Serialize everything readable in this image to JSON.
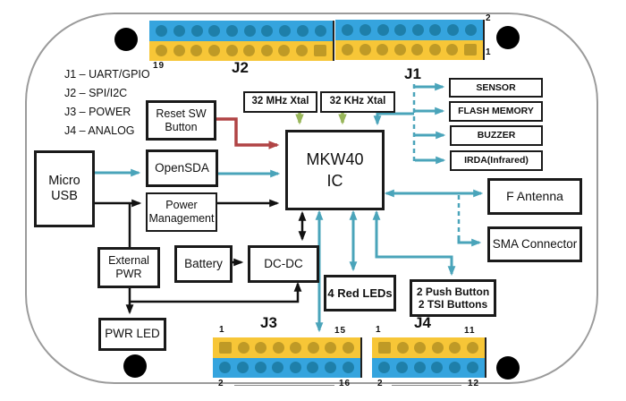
{
  "colors": {
    "teal": "#4aa4ba",
    "red": "#b04445",
    "green": "#98b65a",
    "black": "#111111",
    "header_blue": "#35a4de",
    "header_yellow": "#f7c637",
    "pin_blue": "#1e7fa9",
    "pin_yellow": "#bf9a26"
  },
  "legend": {
    "items": [
      "J1 – UART/GPIO",
      "J2 – SPI/I2C",
      "J3 – POWER",
      "J4 – ANALOG"
    ]
  },
  "headers": {
    "j2": {
      "label": "J2",
      "corner_bl": "19",
      "rows": [
        {
          "color": "blue",
          "count": 10,
          "square": "none"
        },
        {
          "color": "yellow",
          "count": 10,
          "square": "last"
        }
      ]
    },
    "j1": {
      "label": "J1",
      "corner_tr": "2",
      "corner_br": "1",
      "rows": [
        {
          "color": "blue",
          "count": 8,
          "square": "none"
        },
        {
          "color": "yellow",
          "count": 8,
          "square": "last"
        }
      ]
    },
    "j3": {
      "label": "J3",
      "corner_tl": "1",
      "corner_tr": "15",
      "corner_bl": "2",
      "corner_br": "16",
      "rows": [
        {
          "color": "yellow",
          "count": 8,
          "square": "first"
        },
        {
          "color": "blue",
          "count": 8,
          "square": "none"
        }
      ]
    },
    "j4": {
      "label": "J4",
      "corner_tl": "1",
      "corner_tr": "11",
      "corner_bl": "2",
      "corner_br": "12",
      "rows": [
        {
          "color": "yellow",
          "count": 6,
          "square": "first"
        },
        {
          "color": "blue",
          "count": 6,
          "square": "none"
        }
      ]
    }
  },
  "blocks": {
    "micro_usb": {
      "lines": [
        "Micro",
        "USB"
      ]
    },
    "reset_sw": {
      "lines": [
        "Reset SW",
        "Button"
      ]
    },
    "opensda": {
      "lines": [
        "OpenSDA"
      ]
    },
    "power_mgmt": {
      "lines": [
        "Power",
        "Management"
      ]
    },
    "external_pwr": {
      "lines": [
        "External",
        "PWR"
      ]
    },
    "battery": {
      "lines": [
        "Battery"
      ]
    },
    "dcdc": {
      "lines": [
        "DC-DC"
      ]
    },
    "pwr_led": {
      "lines": [
        "PWR LED"
      ]
    },
    "xtal_32mhz": {
      "lines": [
        "32 MHz Xtal"
      ]
    },
    "xtal_32khz": {
      "lines": [
        "32 KHz Xtal"
      ]
    },
    "mkw40": {
      "lines": [
        "MKW40",
        "IC"
      ]
    },
    "sensor": {
      "lines": [
        "SENSOR"
      ]
    },
    "flash_memory": {
      "lines": [
        "FLASH MEMORY"
      ]
    },
    "buzzer": {
      "lines": [
        "BUZZER"
      ]
    },
    "irda": {
      "lines": [
        "IRDA(Infrared)"
      ]
    },
    "f_antenna": {
      "lines": [
        "F Antenna"
      ]
    },
    "sma_connector": {
      "lines": [
        "SMA Connector"
      ]
    },
    "red_leds": {
      "lines": [
        "4 Red LEDs"
      ]
    },
    "push_tsi": {
      "lines": [
        "2 Push Button",
        "2 TSI Buttons"
      ]
    }
  }
}
